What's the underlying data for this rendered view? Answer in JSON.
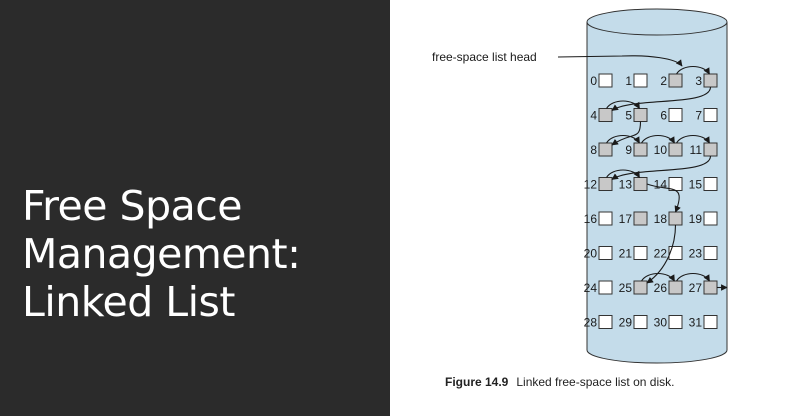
{
  "slide": {
    "title_lines": [
      "Free Space",
      "Management:",
      "Linked List"
    ]
  },
  "figure": {
    "head_label": "free-space list head",
    "caption_number": "Figure 14.9",
    "caption_text": "Linked free-space list on disk.",
    "blocks": [
      0,
      1,
      2,
      3,
      4,
      5,
      6,
      7,
      8,
      9,
      10,
      11,
      12,
      13,
      14,
      15,
      16,
      17,
      18,
      19,
      20,
      21,
      22,
      23,
      24,
      25,
      26,
      27,
      28,
      29,
      30,
      31
    ],
    "free_blocks": [
      2,
      3,
      4,
      5,
      8,
      9,
      10,
      11,
      12,
      13,
      17,
      18,
      25,
      26,
      27
    ],
    "linked_order": [
      2,
      3,
      4,
      5,
      8,
      9,
      10,
      11,
      12,
      13,
      18,
      25,
      26,
      27
    ],
    "colors": {
      "free_fill": "#c8c8c8",
      "used_fill": "#ffffff",
      "cylinder_fill": "#c4dcea",
      "panel_bg": "#2b2b2b"
    }
  }
}
